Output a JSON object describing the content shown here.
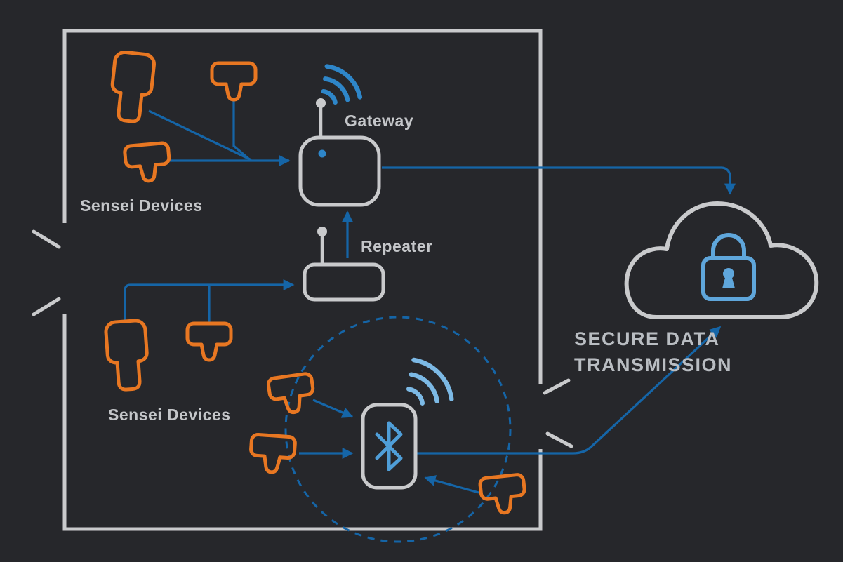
{
  "labels": {
    "gateway": "Gateway",
    "repeater": "Repeater",
    "sensei_devices_top": "Sensei Devices",
    "sensei_devices_bottom": "Sensei Devices",
    "secure_data_line1": "SECURE DATA",
    "secure_data_line2": "TRANSMISSION"
  },
  "colors": {
    "background": "#26272B",
    "building_wall": "#C9CACC",
    "sensor_orange": "#E87722",
    "flow_arrow_blue": "#1565A7",
    "wifi_blue": "#2E86C9",
    "wifi_light_blue": "#7CB9E5",
    "bluetooth_blue": "#4F9ED8",
    "lock_blue": "#5FA6DB",
    "label_gray": "#C4C6C9"
  },
  "nodes": [
    {
      "id": "sensor-group-top",
      "label": "Sensei Devices",
      "type": "sensor-group",
      "devices": 3
    },
    {
      "id": "gateway",
      "label": "Gateway",
      "type": "gateway"
    },
    {
      "id": "repeater",
      "label": "Repeater",
      "type": "repeater"
    },
    {
      "id": "sensor-group-bottom",
      "label": "Sensei Devices",
      "type": "sensor-group",
      "devices": 2
    },
    {
      "id": "bluetooth-hub",
      "label": "",
      "type": "bluetooth-hub",
      "devices_in_range": 3
    },
    {
      "id": "cloud",
      "label": "SECURE DATA TRANSMISSION",
      "type": "secure-cloud"
    }
  ],
  "edges": [
    {
      "from": "sensor-group-top",
      "to": "gateway"
    },
    {
      "from": "sensor-group-bottom",
      "to": "repeater"
    },
    {
      "from": "repeater",
      "to": "gateway"
    },
    {
      "from": "gateway",
      "to": "cloud"
    },
    {
      "from": "bluetooth-sensors",
      "to": "bluetooth-hub"
    },
    {
      "from": "bluetooth-hub",
      "to": "cloud"
    }
  ]
}
